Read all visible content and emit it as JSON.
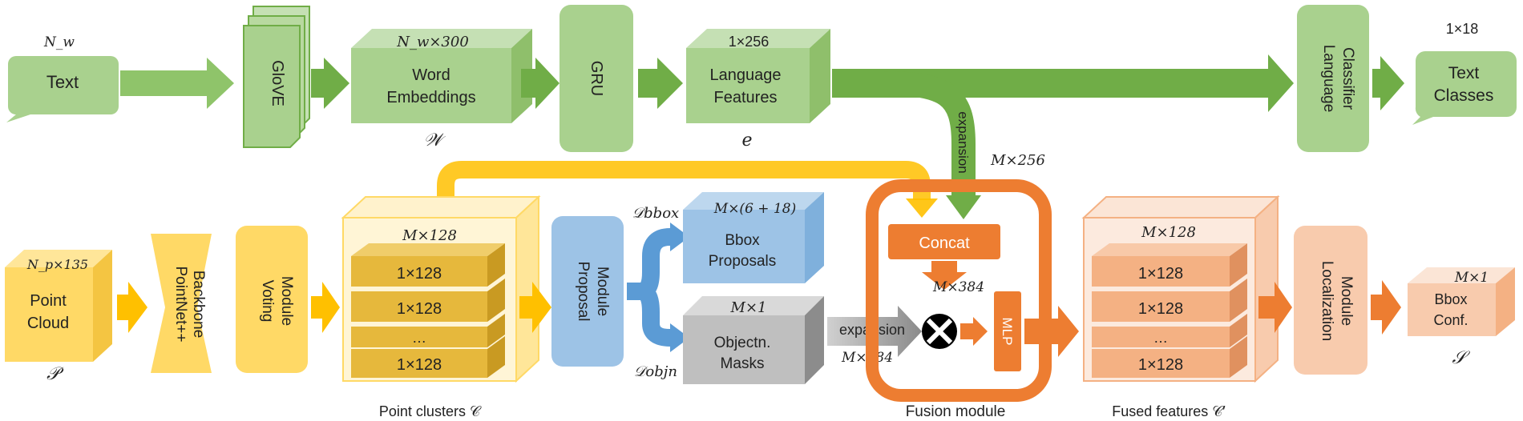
{
  "language_branch": {
    "text_box": {
      "label": "Text",
      "dim": "N_w"
    },
    "glove": {
      "label": "GloVE"
    },
    "word_embeddings": {
      "line1": "Word",
      "line2": "Embeddings",
      "dim": "N_w×300",
      "symbol": "𝒲"
    },
    "gru": {
      "label": "GRU"
    },
    "language_features": {
      "line1": "Language",
      "line2": "Features",
      "dim": "1×256",
      "symbol": "e"
    },
    "language_classifier": {
      "line1": "Language",
      "line2": "Classifier"
    },
    "text_classes": {
      "line1": "Text",
      "line2": "Classes",
      "dim": "1×18"
    },
    "expansion_label": "expansion",
    "expansion_dim": "M×256"
  },
  "point_branch": {
    "point_cloud": {
      "line1": "Point",
      "line2": "Cloud",
      "dim": "N_p×135",
      "symbol": "𝒫"
    },
    "backbone": {
      "line1": "PointNet++",
      "line2": "Backbone"
    },
    "voting": {
      "line1": "Voting",
      "line2": "Module"
    },
    "point_clusters": {
      "dim": "M×128",
      "rows": [
        "1×128",
        "1×128",
        "…",
        "1×128"
      ],
      "caption": "Point clusters 𝒞"
    },
    "proposal": {
      "line1": "Proposal",
      "line2": "Module"
    },
    "bbox_proposals": {
      "line1": "Bbox",
      "line2": "Proposals",
      "dim": "M×(6 + 18)",
      "symbol": "𝒟bbox"
    },
    "objectn_masks": {
      "line1": "Objectn.",
      "line2": "Masks",
      "dim": "M×1",
      "symbol": "𝒟objn"
    },
    "expansion_label": "expansion",
    "expansion_dim": "M×384"
  },
  "fusion": {
    "concat": "Concat",
    "concat_dim": "M×384",
    "mlp": "MLP",
    "caption": "Fusion module"
  },
  "output": {
    "fused_features": {
      "dim": "M×128",
      "rows": [
        "1×128",
        "1×128",
        "…",
        "1×128"
      ],
      "caption": "Fused features 𝒞′"
    },
    "localization": {
      "line1": "Localization",
      "line2": "Module"
    },
    "bbox_conf": {
      "line1": "Bbox",
      "line2": "Conf.",
      "dim": "M×1",
      "symbol": "𝒮"
    }
  },
  "colors": {
    "green": "#a9d18e",
    "green_dark": "#70ad47",
    "yellow": "#ffd966",
    "yellow_dark": "#f4b942",
    "blue": "#9dc3e6",
    "blue_dark": "#5b9bd5",
    "gray": "#bfbfbf",
    "orange": "#ed7d31",
    "orange_light": "#f8cbad"
  }
}
